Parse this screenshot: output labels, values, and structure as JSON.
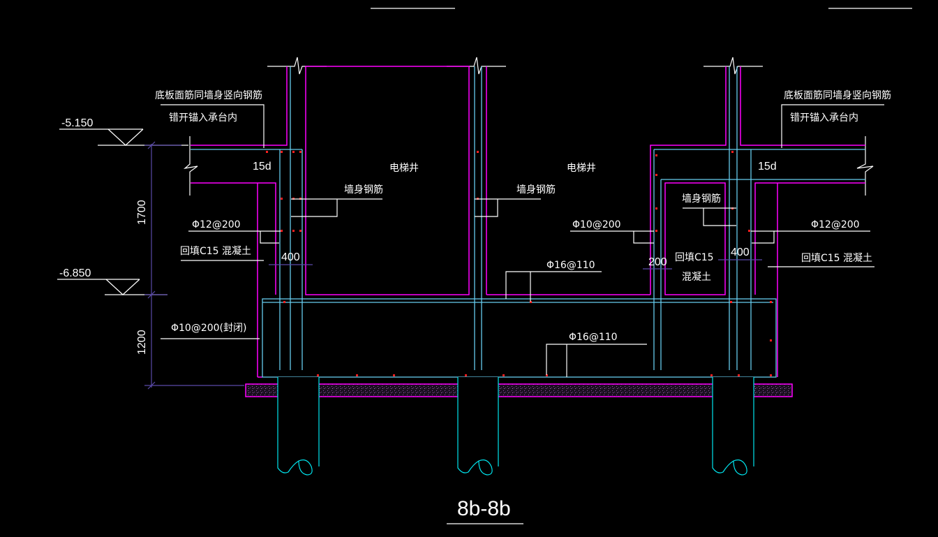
{
  "drawing": {
    "title": "8b-8b",
    "elevations": [
      "-5.150",
      "-6.850"
    ],
    "dimensions": {
      "vertical_upper": "1700",
      "vertical_lower": "1200",
      "left_wall": "400",
      "right_pit_wall": "200",
      "right_wall": "400",
      "anchor_left": "15d",
      "anchor_right": "15d"
    },
    "labels": {
      "top_rebar_note_left_1": "底板面筋同墙身竖向钢筋",
      "top_rebar_note_left_2": "错开锚入承台内",
      "top_rebar_note_right_1": "底板面筋同墙身竖向钢筋",
      "top_rebar_note_right_2": "错开锚入承台内",
      "elevator_shaft_1": "电梯井",
      "elevator_shaft_2": "电梯井",
      "wall_rebar_1": "墙身钢筋",
      "wall_rebar_2": "墙身钢筋",
      "wall_rebar_3": "墙身钢筋",
      "rebar_left": "Φ12@200",
      "rebar_right": "Φ12@200",
      "rebar_pit": "Φ10@200",
      "backfill_left": "回填C15 混凝土",
      "backfill_right": "回填C15 混凝土",
      "backfill_pit_1": "回填C15",
      "backfill_pit_2": "混凝土",
      "raft_top_rebar": "Φ16@110",
      "raft_bottom_rebar": "Φ16@110",
      "raft_side_rebar": "Φ10@200(封闭)"
    },
    "colors": {
      "background": "#000000",
      "concrete_outline": "#ff00ff",
      "rebar": "#66ccee",
      "dimension": "#5a4aa8",
      "text": "#ffffff",
      "rebar_section": "#ff2020"
    }
  }
}
